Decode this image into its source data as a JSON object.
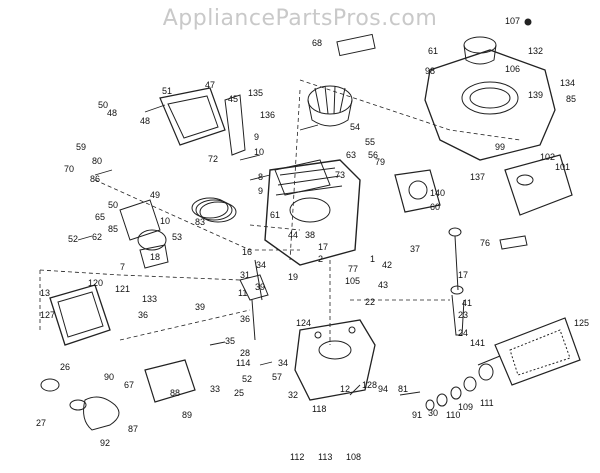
{
  "watermark": "AppliancePartsPros.com",
  "labels": [
    "107",
    "68",
    "61",
    "132",
    "98",
    "106",
    "134",
    "139",
    "85",
    "47",
    "51",
    "48",
    "135",
    "45",
    "50",
    "48",
    "136",
    "9",
    "10",
    "54",
    "55",
    "56",
    "99",
    "102",
    "101",
    "137",
    "63",
    "79",
    "73",
    "140",
    "60",
    "49",
    "59",
    "80",
    "70",
    "86",
    "72",
    "8",
    "9",
    "10",
    "53",
    "52",
    "62",
    "85",
    "65",
    "50",
    "83",
    "18",
    "7",
    "61",
    "16",
    "34",
    "31",
    "39",
    "44",
    "38",
    "17",
    "2",
    "1",
    "42",
    "37",
    "76",
    "77",
    "105",
    "43",
    "11",
    "19",
    "22",
    "17",
    "13",
    "127",
    "120",
    "121",
    "133",
    "36",
    "39",
    "41",
    "36",
    "124",
    "23",
    "24",
    "125",
    "128",
    "141",
    "28",
    "114",
    "34",
    "33",
    "35",
    "57",
    "52",
    "25",
    "32",
    "118",
    "12",
    "26",
    "27",
    "90",
    "92",
    "88",
    "67",
    "89",
    "87",
    "94",
    "81",
    "91",
    "30",
    "110",
    "109",
    "111",
    "112",
    "113",
    "108"
  ]
}
